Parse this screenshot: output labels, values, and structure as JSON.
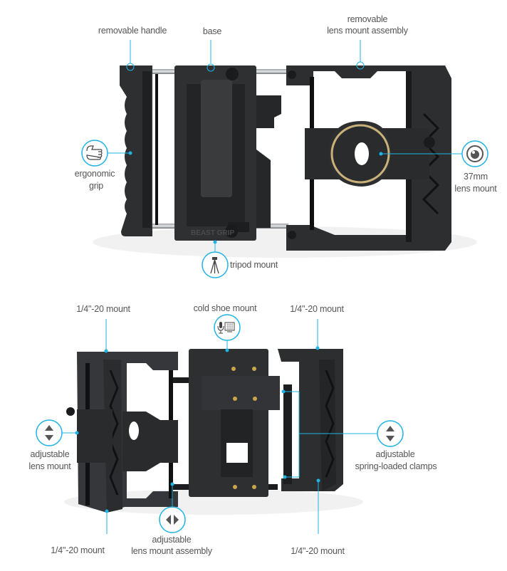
{
  "accent_color": "#1fb3e6",
  "product_color": "#2b2c2e",
  "top_view": {
    "labels": {
      "removable_handle": "removable handle",
      "base": "base",
      "removable_lens_mount_line1": "removable",
      "removable_lens_mount_line2": "lens mount assembly",
      "ergonomic_grip_line1": "ergonomic",
      "ergonomic_grip_line2": "grip",
      "lens_mount_line1": "37mm",
      "lens_mount_line2": "lens mount",
      "tripod_mount": "tripod mount"
    },
    "logo_text": "BEAST GRIP",
    "icons": [
      "hand-icon",
      "lens-icon",
      "tripod-icon"
    ]
  },
  "bottom_view": {
    "labels": {
      "mount_top_left": "1/4\"-20 mount",
      "cold_shoe_mount": "cold shoe mount",
      "mount_top_right": "1/4\"-20 mount",
      "adjustable_lens_mount_line1": "adjustable",
      "adjustable_lens_mount_line2": "lens mount",
      "spring_clamps_line1": "adjustable",
      "spring_clamps_line2": "spring-loaded clamps",
      "mount_bottom_left": "1/4\"-20 mount",
      "adjustable_assembly_line1": "adjustable",
      "adjustable_assembly_line2": "lens mount assembly",
      "mount_bottom_right": "1/4\"-20 mount"
    },
    "icons": [
      "microphone-icon",
      "light-panel-icon",
      "up-down-arrows-icon",
      "left-right-arrows-icon"
    ]
  }
}
